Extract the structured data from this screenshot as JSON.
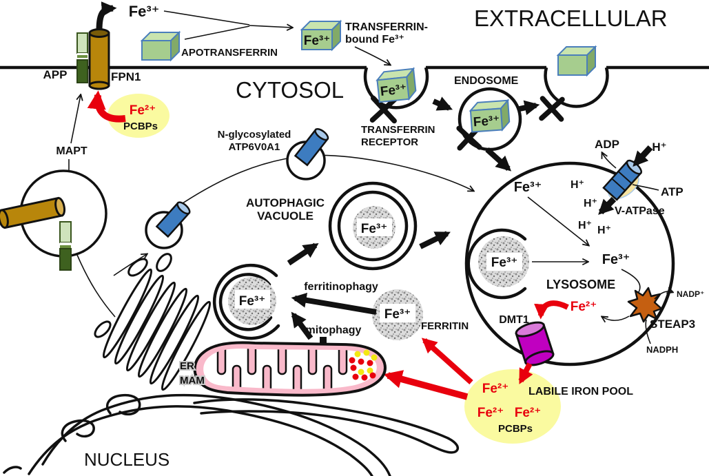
{
  "regions": {
    "extracellular": "EXTRACELLULAR",
    "cytosol": "CYTOSOL",
    "nucleus": "NUCLEUS"
  },
  "labels": {
    "fe3": "Fe³⁺",
    "fe2": "Fe²⁺",
    "h": "H⁺",
    "apotransferrin": "APOTRANSFERRIN",
    "tf_bound_1": "TRANSFERRIN-",
    "tf_bound_2": "bound Fe³⁺",
    "tf_receptor_1": "TRANSFERRIN",
    "tf_receptor_2": "RECEPTOR",
    "endosome": "ENDOSOME",
    "lysosome": "LYSOSOME",
    "app": "APP",
    "fpn1": "FPN1",
    "mapt": "MAPT",
    "pcbps": "PCBPs",
    "nglyc_1": "N-glycosylated",
    "nglyc_2": "ATP6V0A1",
    "autophagic_1": "AUTOPHAGIC",
    "autophagic_2": "VACUOLE",
    "ferritinophagy": "ferritinophagy",
    "mitophagy": "mitophagy",
    "ferritin": "FERRITIN",
    "adp": "ADP",
    "atp": "ATP",
    "v_atpase": "V-ATPase",
    "dmt1": "DMT1",
    "steap3": "STEAP3",
    "nadp": "NADP⁺",
    "nadph": "NADPH",
    "labile_iron_pool": "LABILE IRON POOL",
    "er": "ER",
    "mam": "MAM"
  },
  "colors": {
    "membrane": "#111111",
    "cube_front": "#a6cd8e",
    "cube_top": "#c9e4ae",
    "cube_side": "#82aa68",
    "cube_border": "#4a7ebb",
    "fpn1_brown": "#b8860b",
    "app_light_green": "#cfe3bc",
    "app_dark_green": "#3e611f",
    "pump_blue": "#3d7cc0",
    "pump_blue_light": "#a9c9e9",
    "dmt1_magenta": "#c000c0",
    "dmt1_top": "#d97bd9",
    "steap3_orange": "#c55f11",
    "pool_yellow": "#fafaa0",
    "halo_yellow": "#f6e3a1",
    "arrow_red": "#e8000d",
    "mito_pink": "#f9b9ca",
    "ferritin_gray": "#9a9a9a"
  }
}
